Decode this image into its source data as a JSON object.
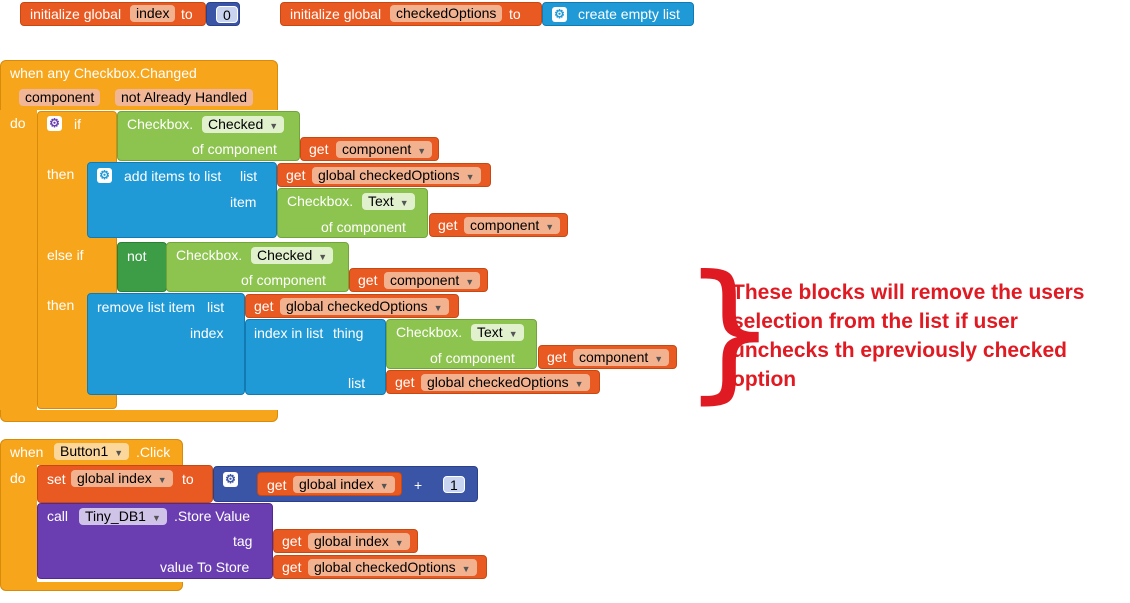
{
  "global_index": {
    "initialize": "initialize global",
    "name": "index",
    "to": "to",
    "value": "0"
  },
  "global_checked": {
    "initialize": "initialize global",
    "name": "checkedOptions",
    "to": "to",
    "create": "create empty list"
  },
  "event1": {
    "title": "when any Checkbox.Changed",
    "param1": "component",
    "param2": "not Already Handled",
    "do": "do",
    "if": "if",
    "checkbox_checked": "Checkbox.",
    "prop_checked": "Checked",
    "of_component": "of component",
    "get": "get",
    "component": "component",
    "then": "then",
    "add_items": "add items to list",
    "list": "list",
    "global_checked": "global checkedOptions",
    "item": "item",
    "prop_text": "Text",
    "else_if": "else if",
    "not": "not",
    "remove_item": "remove list item",
    "index": "index",
    "index_in_list": "index in list",
    "thing": "thing"
  },
  "event2": {
    "when": "when",
    "button": "Button1",
    "click": ".Click",
    "do": "do",
    "set": "set",
    "global_index": "global index",
    "to": "to",
    "get": "get",
    "plus": "+",
    "one": "1",
    "call": "call",
    "db": "Tiny_DB1",
    "store": ".Store Value",
    "tag": "tag",
    "value_to_store": "value To Store",
    "global_checked": "global checkedOptions"
  },
  "annotation": "These blocks will remove the users selection from the list if user unchecks th epreviously checked option",
  "colors": {
    "variable": "#e85a22",
    "control": "#f7a51b",
    "checkbox": "#8dc44f",
    "lists": "#1f9ad6",
    "logic": "#3d9c46",
    "math": "#3a54a6",
    "component": "#6a3eb1",
    "annotation": "#e01a22"
  }
}
